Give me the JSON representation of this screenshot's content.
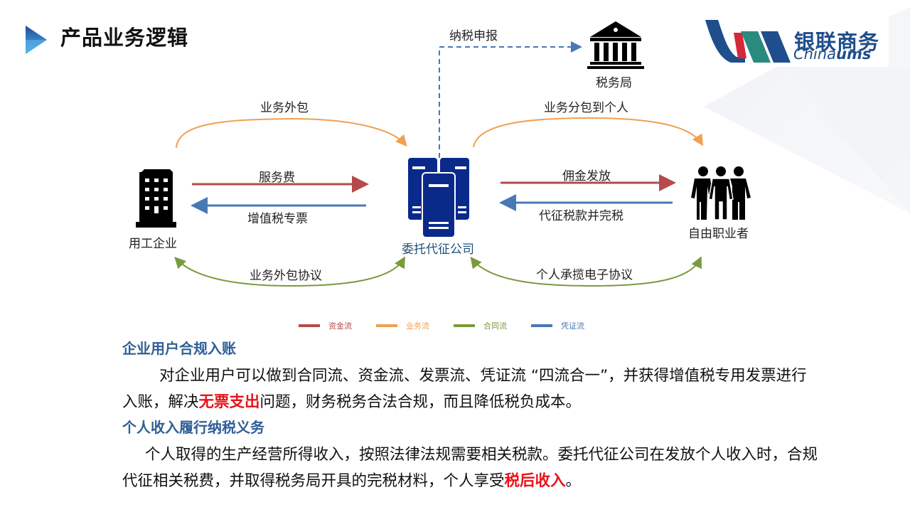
{
  "header": {
    "title": "产品业务逻辑",
    "logo": {
      "cn": "银联商务",
      "en_prefix": "China",
      "en_suffix": "ums"
    }
  },
  "colors": {
    "accent_blue": "#2f5f97",
    "fund_flow": "#b54a4a",
    "business_flow": "#f0a050",
    "contract_flow": "#7a9a3e",
    "voucher_flow": "#4a78b5",
    "highlight_red": "#e8141b",
    "server_icon": "#0a2a8a"
  },
  "diagram": {
    "nodes": {
      "employer": {
        "label": "用工企业",
        "icon": "office-building-icon"
      },
      "agent": {
        "label": "委托代征公司",
        "icon": "server-icon"
      },
      "freelancer": {
        "label": "自由职业者",
        "icon": "people-group-icon"
      },
      "tax_bureau": {
        "label": "税务局",
        "icon": "bank-building-icon"
      }
    },
    "flows": {
      "tax_declaration": "纳税申报",
      "outsourcing": "业务外包",
      "service_fee": "服务费",
      "vat_invoice": "增值税专票",
      "outsourcing_agreement": "业务外包协议",
      "subcontract_individual": "业务分包到个人",
      "commission_payment": "佣金发放",
      "tax_withholding": "代征税款并完税",
      "e_agreement": "个人承揽电子协议"
    },
    "legend": [
      {
        "label": "资金流",
        "color": "#b54a4a"
      },
      {
        "label": "业务流",
        "color": "#f0a050"
      },
      {
        "label": "合同流",
        "color": "#7a9a3e"
      },
      {
        "label": "凭证流",
        "color": "#4a78b5"
      }
    ]
  },
  "sections": [
    {
      "heading": "企业用户合规入账",
      "text_before": "对企业用户可以做到合同流、资金流、发票流、凭证流 “四流合一”，并获得增值税专用发票进行入账，解决",
      "highlight": "无票支出",
      "text_after": "问题，财务税务合法合规，而且降低税负成本。"
    },
    {
      "heading": "个人收入履行纳税义务",
      "text_before": "个人取得的生产经营所得收入，按照法律法规需要相关税款。委托代征公司在发放个人收入时，合规代征相关税费，并取得税务局开具的完税材料，个人享受",
      "highlight": "税后收入",
      "text_after": "。"
    }
  ]
}
